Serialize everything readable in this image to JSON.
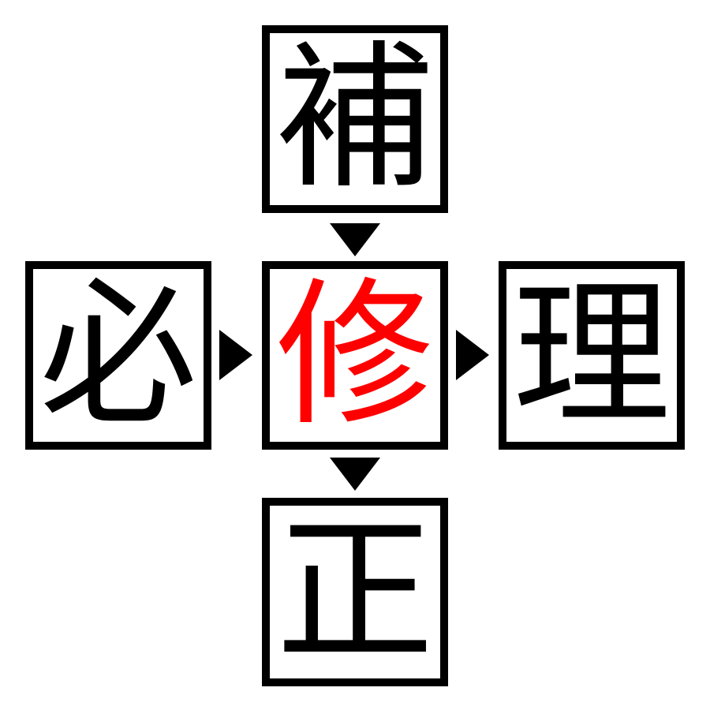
{
  "puzzle": {
    "type": "kanji-cross-compound-puzzle",
    "answer_color": "#ff0000",
    "frame_color": "#000000",
    "background_color": "#ffffff",
    "cells": {
      "top": {
        "char": "補",
        "color": "#000000",
        "role": "clue"
      },
      "left": {
        "char": "必",
        "color": "#000000",
        "role": "clue"
      },
      "center": {
        "char": "修",
        "color": "#ff0000",
        "role": "answer"
      },
      "right": {
        "char": "理",
        "color": "#000000",
        "role": "clue"
      },
      "bottom": {
        "char": "正",
        "color": "#000000",
        "role": "clue"
      }
    },
    "arrows": [
      {
        "id": "top-to-center",
        "direction": "down",
        "from": "top",
        "to": "center"
      },
      {
        "id": "left-to-center",
        "direction": "right",
        "from": "left",
        "to": "center"
      },
      {
        "id": "center-to-right",
        "direction": "right",
        "from": "center",
        "to": "right"
      },
      {
        "id": "center-to-bottom",
        "direction": "down",
        "from": "center",
        "to": "bottom"
      }
    ]
  }
}
